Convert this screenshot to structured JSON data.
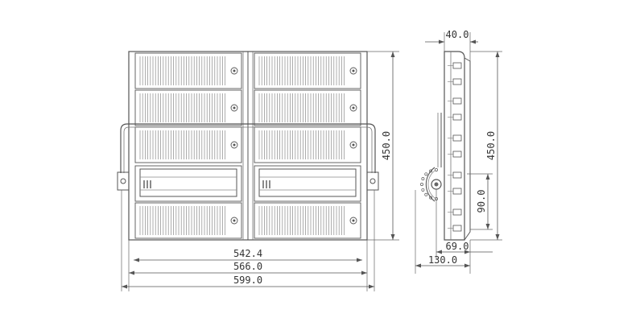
{
  "front_view": {
    "dims": {
      "width_inner": "542.4",
      "width_mid": "566.0",
      "width_outer": "599.0",
      "height": "450.0"
    },
    "module_rows": 5,
    "module_cols": 2
  },
  "side_view": {
    "dims": {
      "top_depth": "40.0",
      "height": "450.0",
      "pivot_offset": "90.0",
      "lower_depth": "69.0",
      "bottom_depth": "130.0"
    }
  },
  "colors": {
    "line": "#555555",
    "fin": "#8a8a8a",
    "text": "#333333",
    "background": "#ffffff"
  }
}
